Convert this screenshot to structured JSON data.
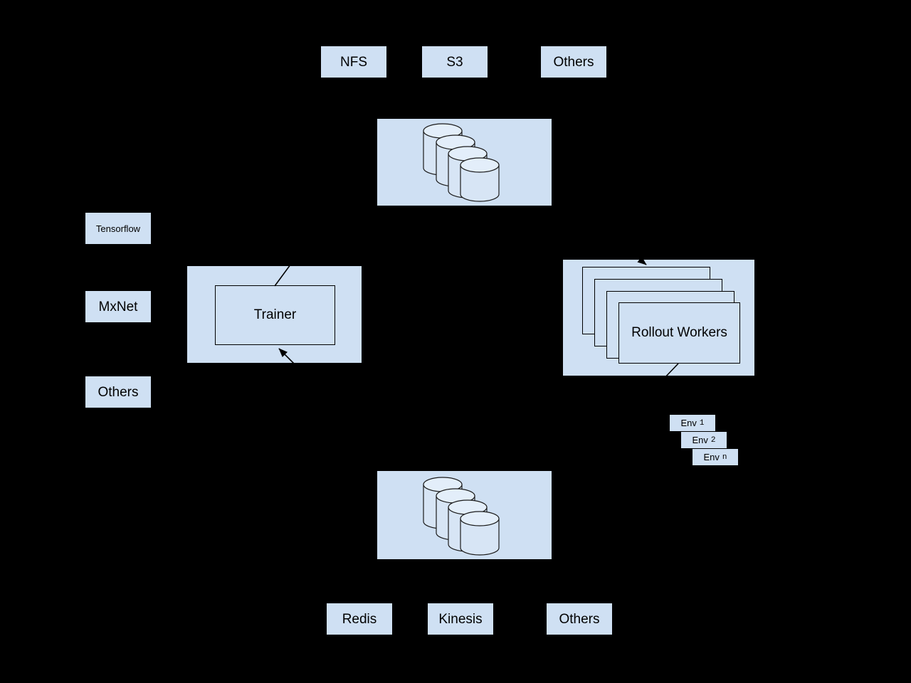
{
  "diagram": {
    "background_color": "#000000",
    "fill_color": "#cfe0f3",
    "stroke_color": "#000000"
  },
  "storage_backends": {
    "nfs": "NFS",
    "s3": "S3",
    "others": "Others"
  },
  "frameworks": {
    "tensorflow": "Tensorflow",
    "mxnet": "MxNet",
    "others": "Others"
  },
  "trainer": {
    "label": "Trainer"
  },
  "rollout": {
    "label": "Rollout Workers"
  },
  "envs": [
    {
      "name": "Env",
      "index": "1"
    },
    {
      "name": "Env",
      "index": "2"
    },
    {
      "name": "Env",
      "index": "n"
    }
  ],
  "queue_backends": {
    "redis": "Redis",
    "kinesis": "Kinesis",
    "others": "Others"
  },
  "stores": {
    "top": "database-cylinder-stack",
    "bottom": "database-cylinder-stack"
  }
}
